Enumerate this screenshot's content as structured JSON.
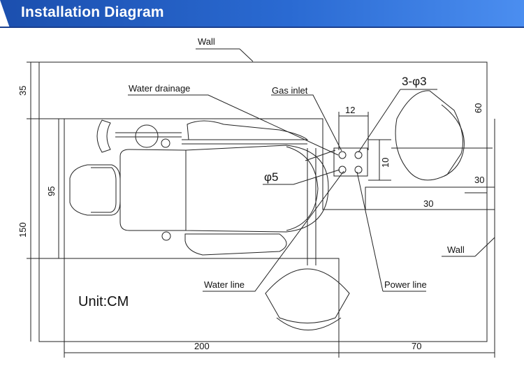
{
  "header": {
    "title": "Installation Diagram"
  },
  "labels": {
    "wall_top": "Wall",
    "wall_right": "Wall",
    "water_drainage": "Water drainage",
    "gas_inlet": "Gas inlet",
    "holes_3": "3-φ3",
    "hole_5": "φ5",
    "water_line": "Water line",
    "power_line": "Power line",
    "unit": "Unit:CM"
  },
  "dimensions": {
    "d35": "35",
    "d95": "95",
    "d150": "150",
    "d200": "200",
    "d70": "70",
    "d12": "12",
    "d10": "10",
    "d60": "60",
    "d30_right": "30",
    "d30_lower": "30"
  },
  "colors": {
    "header_start": "#1b4fae",
    "header_end": "#4b8ef0",
    "line": "#222222"
  }
}
